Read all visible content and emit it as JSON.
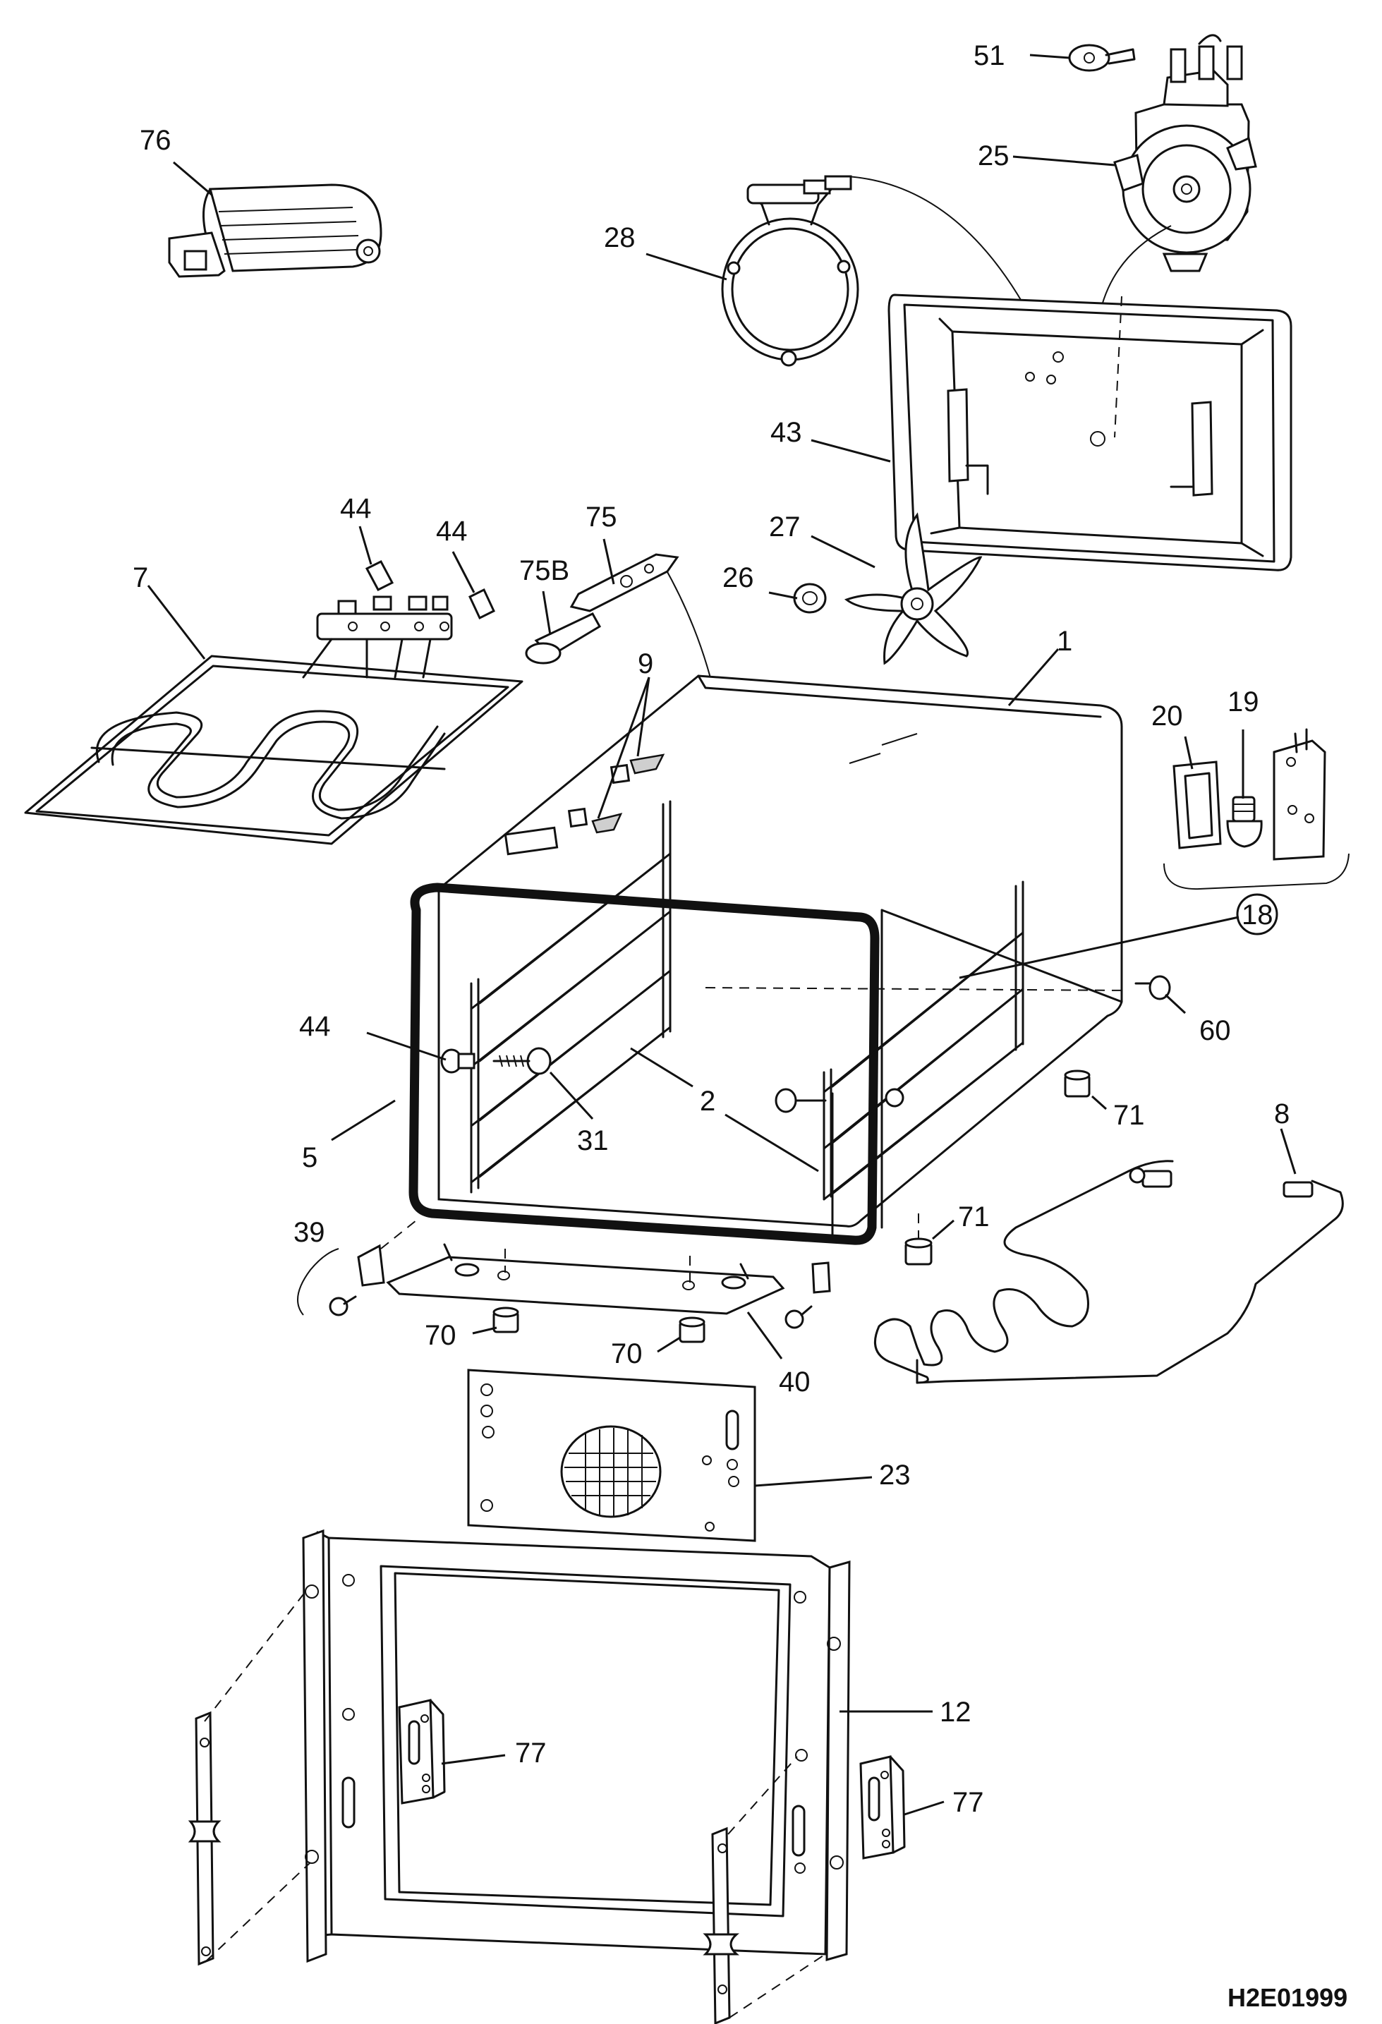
{
  "diagram_code": "H2E01999",
  "callouts": [
    {
      "id": "51",
      "label": "51"
    },
    {
      "id": "25",
      "label": "25"
    },
    {
      "id": "76",
      "label": "76"
    },
    {
      "id": "28",
      "label": "28"
    },
    {
      "id": "43",
      "label": "43"
    },
    {
      "id": "44a",
      "label": "44"
    },
    {
      "id": "44b",
      "label": "44"
    },
    {
      "id": "75",
      "label": "75"
    },
    {
      "id": "75B",
      "label": "75B"
    },
    {
      "id": "27",
      "label": "27"
    },
    {
      "id": "7",
      "label": "7"
    },
    {
      "id": "26",
      "label": "26"
    },
    {
      "id": "9",
      "label": "9"
    },
    {
      "id": "1",
      "label": "1"
    },
    {
      "id": "20",
      "label": "20"
    },
    {
      "id": "19",
      "label": "19"
    },
    {
      "id": "18",
      "label": "18"
    },
    {
      "id": "44c",
      "label": "44"
    },
    {
      "id": "60",
      "label": "60"
    },
    {
      "id": "31",
      "label": "31"
    },
    {
      "id": "2",
      "label": "2"
    },
    {
      "id": "71a",
      "label": "71"
    },
    {
      "id": "5",
      "label": "5"
    },
    {
      "id": "8",
      "label": "8"
    },
    {
      "id": "39",
      "label": "39"
    },
    {
      "id": "71b",
      "label": "71"
    },
    {
      "id": "70a",
      "label": "70"
    },
    {
      "id": "70b",
      "label": "70"
    },
    {
      "id": "40",
      "label": "40"
    },
    {
      "id": "23",
      "label": "23"
    },
    {
      "id": "12",
      "label": "12"
    },
    {
      "id": "77a",
      "label": "77"
    },
    {
      "id": "77b",
      "label": "77"
    }
  ]
}
